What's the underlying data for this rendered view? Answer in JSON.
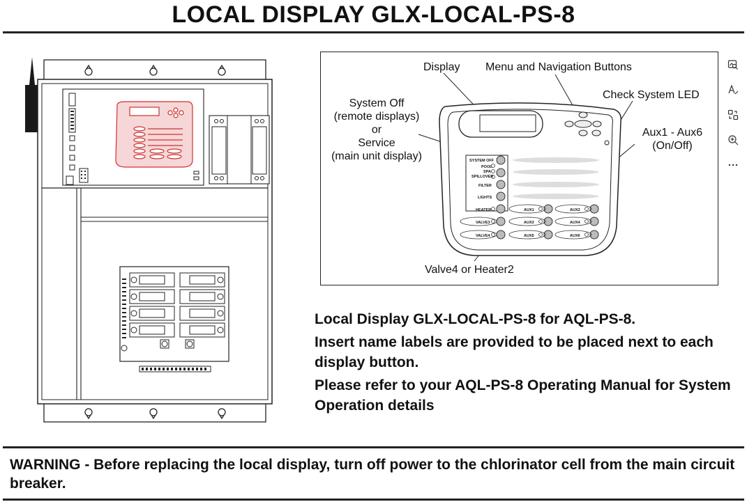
{
  "page": {
    "title": "LOCAL DISPLAY GLX-LOCAL-PS-8"
  },
  "diagram": {
    "callouts": {
      "display": "Display",
      "menu_nav": "Menu and Navigation Buttons",
      "check_led": "Check System LED",
      "system_off_lines": [
        "System Off",
        "(remote displays)",
        "or",
        "Service",
        "(main unit display)"
      ],
      "aux_lines": [
        "Aux1 - Aux6",
        "(On/Off)"
      ],
      "valve4": "Valve4 or Heater2"
    },
    "button_labels": {
      "system_off": "SYSTEM OFF",
      "pool": "POOL",
      "spa": "SPA",
      "spillover": "SPILLOVER",
      "filter": "FILTER",
      "lights": "LIGHTS",
      "heater": "HEATER",
      "valve3": "VALVE3",
      "valve4": "VALVE4",
      "aux1": "AUX1",
      "aux2": "AUX2",
      "aux3": "AUX3",
      "aux4": "AUX4",
      "aux5": "AUX5",
      "aux6": "AUX6"
    }
  },
  "toolbar": {
    "items": [
      {
        "name": "visual-search-icon"
      },
      {
        "name": "text-format-icon"
      },
      {
        "name": "compare-icon"
      },
      {
        "name": "zoom-in-icon"
      },
      {
        "name": "more-options-icon"
      }
    ]
  },
  "description": {
    "line1": "Local Display GLX-LOCAL-PS-8 for AQL-PS-8.",
    "line2": "Insert name labels are provided to be placed next to each display button.",
    "line3": "Please refer to your AQL-PS-8 Operating Manual for System Operation details"
  },
  "warning": {
    "text": "WARNING - Before replacing the local display, turn off power to the chlorinator cell from the main circuit breaker."
  },
  "colors": {
    "ink": "#111111",
    "highlight_red": "#cc3333",
    "highlight_fill": "#f6d6d6"
  }
}
